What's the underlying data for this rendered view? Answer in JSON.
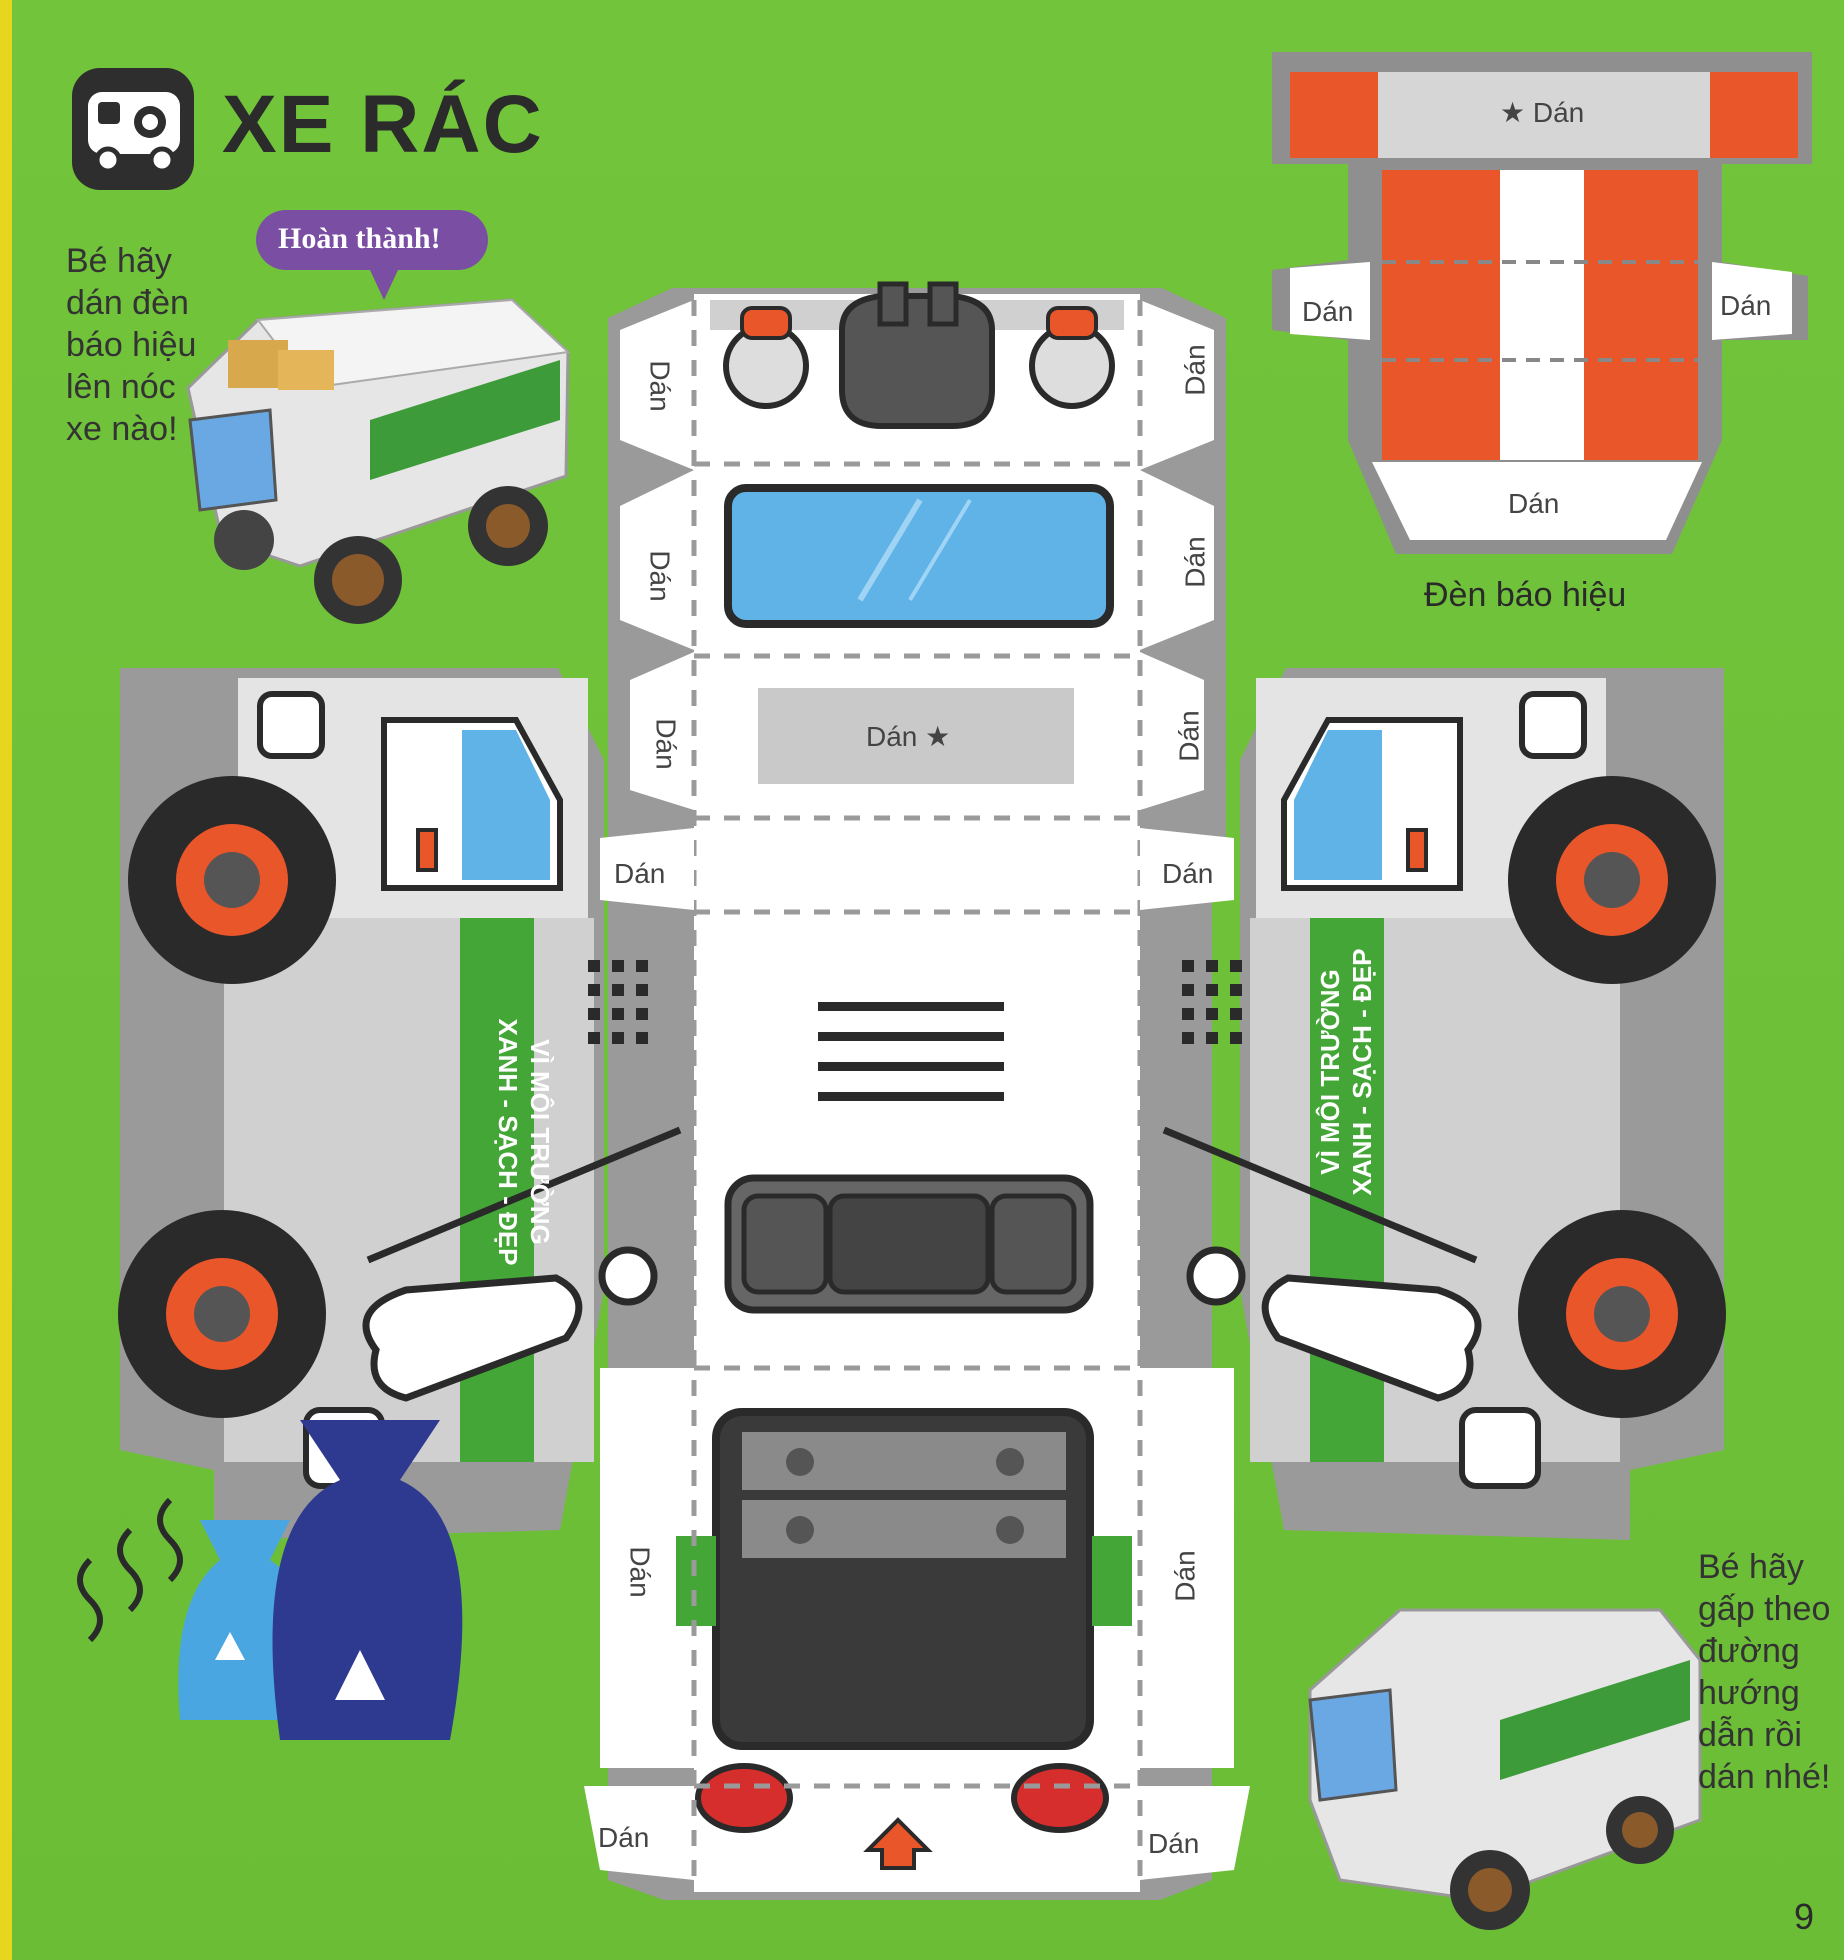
{
  "header": {
    "title": "XE RÁC",
    "icon": "garbage-truck-icon"
  },
  "left_note": {
    "lines": [
      "Bé hãy",
      "dán đèn",
      "báo hiệu",
      "lên nóc",
      "xe nào!"
    ]
  },
  "bubble": {
    "text": "Hoàn thành!"
  },
  "beacon": {
    "caption": "Đèn báo hiệu",
    "top_label": "★ Dán",
    "left_label": "Dán",
    "right_label": "Dán",
    "bottom_label": "Dán"
  },
  "template": {
    "tab_label": "Dán",
    "roof_label": "Dán ★",
    "side_text_line1": "VÌ MÔI TRƯỜNG",
    "side_text_line2": "XANH - SẠCH - ĐẸP"
  },
  "right_note": {
    "lines": [
      "Bé hãy",
      "gấp theo",
      "đường",
      "hướng",
      "dẫn rồi",
      "dán nhé!"
    ]
  },
  "page_number": "9",
  "colors": {
    "background": "#6fbf3a",
    "accent_orange": "#e9562a",
    "truck_gray": "#c8c8c8",
    "truck_green": "#43a636",
    "window_blue": "#5fb3e6"
  }
}
